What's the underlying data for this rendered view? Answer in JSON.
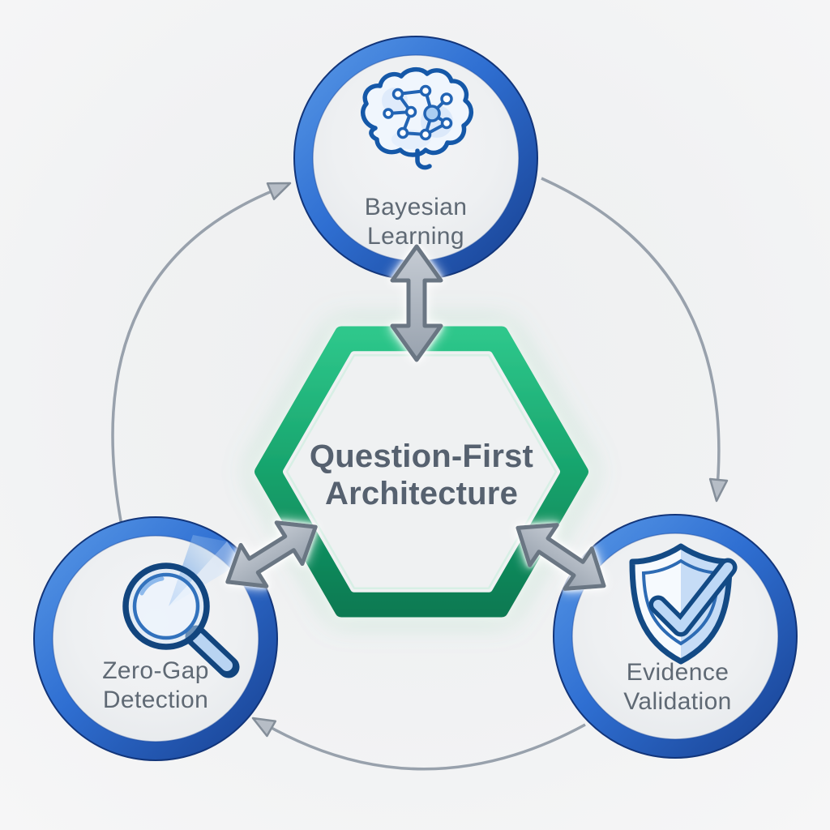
{
  "diagram": {
    "center": {
      "label": "Question-First Architecture",
      "shape": "hexagon"
    },
    "nodes": [
      {
        "id": "bayesian-learning",
        "label": "Bayesian Learning",
        "icon": "brain-icon",
        "position": "top"
      },
      {
        "id": "zero-gap-detection",
        "label": "Zero-Gap Detection",
        "icon": "magnifier-icon",
        "position": "bottom-left"
      },
      {
        "id": "evidence-validation",
        "label": "Evidence Validation",
        "icon": "shield-check-icon",
        "position": "bottom-right"
      }
    ],
    "connections": [
      {
        "from": "hexagon",
        "to": "bayesian-learning",
        "type": "bidirectional-arrow"
      },
      {
        "from": "hexagon",
        "to": "zero-gap-detection",
        "type": "bidirectional-arrow"
      },
      {
        "from": "hexagon",
        "to": "evidence-validation",
        "type": "bidirectional-arrow"
      },
      {
        "from": "zero-gap-detection",
        "to": "bayesian-learning",
        "type": "curved-arrow"
      },
      {
        "from": "bayesian-learning",
        "to": "evidence-validation",
        "type": "curved-arrow"
      },
      {
        "from": "evidence-validation",
        "to": "zero-gap-detection",
        "type": "curved-arrow"
      }
    ],
    "colors": {
      "background": "#f2f3f4",
      "hexagon_green": "#17a36c",
      "hexagon_green_light": "#2ec78b",
      "hexagon_green_dark": "#0c7a52",
      "ring_blue_light": "#5b9be8",
      "ring_blue": "#2f6fd2",
      "ring_blue_dark": "#173f8f",
      "arrow_gray": "#a3abb6",
      "arrow_gray_dark": "#6b7683",
      "arc_gray": "#98a1ac",
      "text_dark": "#56616f",
      "text_label": "#5f6974",
      "icon_blue": "#14497f",
      "icon_blue_light": "#bcd7f5"
    }
  }
}
